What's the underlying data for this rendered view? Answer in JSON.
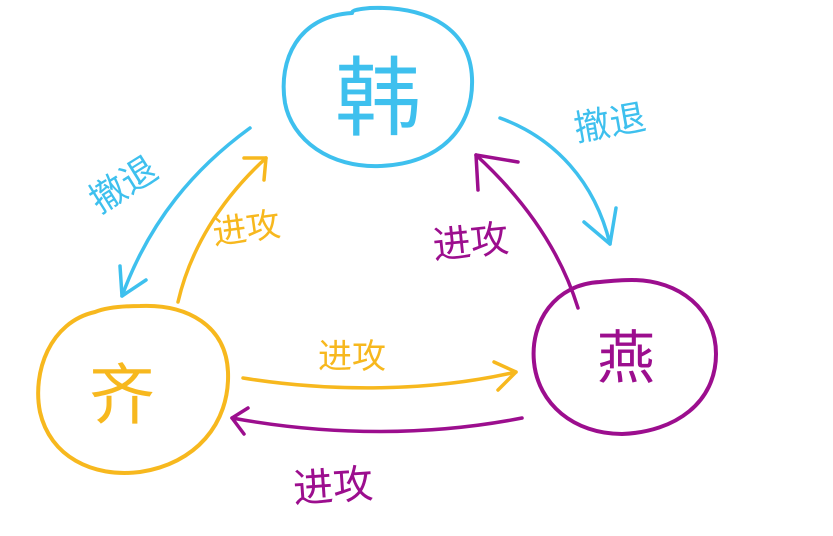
{
  "colors": {
    "han": "#3ec0ee",
    "qi": "#f7b81e",
    "yan": "#9c0e8e"
  },
  "nodes": {
    "han": {
      "label": "韩"
    },
    "qi": {
      "label": "齐"
    },
    "yan": {
      "label": "燕"
    }
  },
  "edges": {
    "han_to_qi": {
      "label": "撤退"
    },
    "qi_to_han": {
      "label": "进攻"
    },
    "han_to_yan": {
      "label": "撤退"
    },
    "yan_to_han": {
      "label": "进攻"
    },
    "qi_to_yan": {
      "label": "进攻"
    },
    "yan_to_qi": {
      "label": "进攻"
    }
  }
}
